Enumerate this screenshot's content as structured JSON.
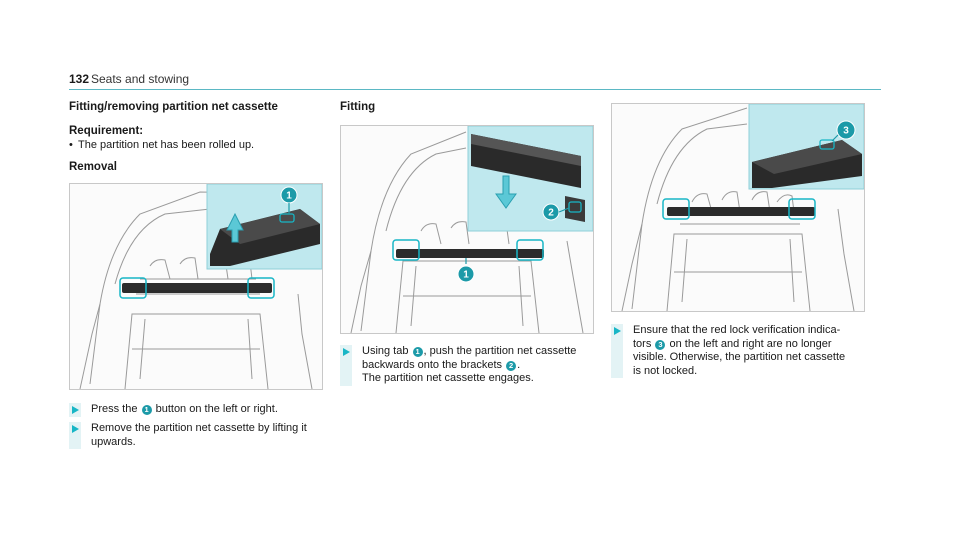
{
  "header": {
    "page_number": "132",
    "section": "Seats and stowing"
  },
  "column1": {
    "title": "Fitting/removing partition net cassette",
    "requirement_label": "Requirement:",
    "requirement_items": [
      "The partition net has been rolled up."
    ],
    "removal_label": "Removal",
    "figure_callout": "1",
    "step1": {
      "before": "Press the",
      "num": "1",
      "after": "button on the left or right."
    },
    "step2": {
      "line1": "Remove the partition net cassette by lifting it",
      "line2": "upwards."
    }
  },
  "column2": {
    "fitting_label": "Fitting",
    "figure_callouts": [
      "1",
      "2"
    ],
    "step": {
      "l1_before": "Using tab",
      "num1": "1",
      "l1_after": ", push the partition net cassette",
      "l2_before": "backwards onto the brackets",
      "num2": "2",
      "l2_after": ".",
      "l3": "The partition net cassette engages."
    }
  },
  "column3": {
    "figure_callout": "3",
    "step": {
      "l1": "Ensure that the red lock verification indica-",
      "l2_before": "tors",
      "num": "3",
      "l2_after": "on the left and right are no longer",
      "l3": "visible. Otherwise, the partition net cassette",
      "l4": "is not locked."
    }
  },
  "colors": {
    "accent": "#18b6c6",
    "inset_bg": "#bfe8ee",
    "highlight": "#5bc8d6",
    "rule": "#5bb8c4"
  }
}
